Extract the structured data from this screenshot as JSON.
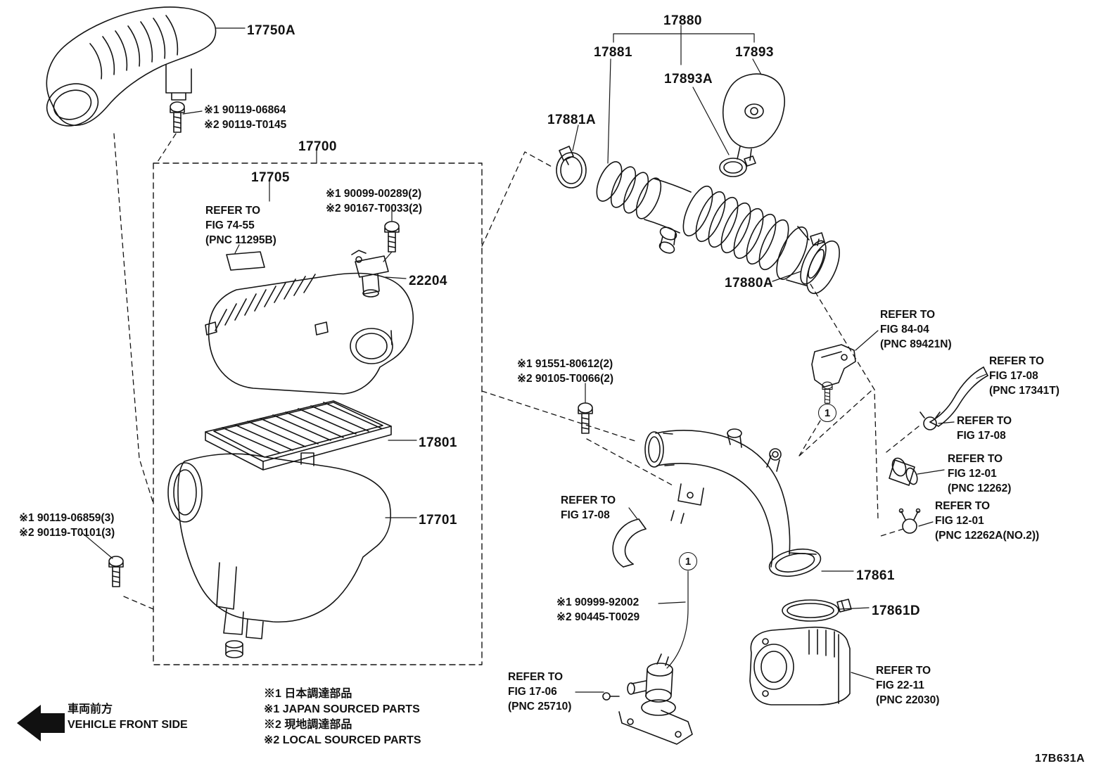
{
  "figure": {
    "code": "17B631A"
  },
  "parts": [
    {
      "number": "17750A"
    },
    {
      "number": "17700"
    },
    {
      "number": "17705"
    },
    {
      "number": "22204"
    },
    {
      "number": "17801"
    },
    {
      "number": "17701"
    },
    {
      "number": "17880"
    },
    {
      "number": "17881"
    },
    {
      "number": "17893"
    },
    {
      "number": "17893A"
    },
    {
      "number": "17881A"
    },
    {
      "number": "17880A"
    },
    {
      "number": "17861"
    },
    {
      "number": "17861D"
    }
  ],
  "fasteners": [
    {
      "text": "※1 90119-06864\n※2 90119-T0145"
    },
    {
      "text": "※1 90099-00289(2)\n※2 90167-T0033(2)"
    },
    {
      "text": "※1 90119-06859(3)\n※2 90119-T0101(3)"
    },
    {
      "text": "※1 91551-80612(2)\n※2 90105-T0066(2)"
    },
    {
      "text": "※1 90999-92002\n※2 90445-T0029"
    }
  ],
  "references": [
    {
      "text": "REFER TO\nFIG 74-55\n(PNC 11295B)"
    },
    {
      "text": "REFER TO\nFIG 84-04\n(PNC 89421N)"
    },
    {
      "text": "REFER TO\nFIG 17-08\n(PNC 17341T)"
    },
    {
      "text": "REFER TO\nFIG 17-08"
    },
    {
      "text": "REFER TO\nFIG 12-01\n(PNC 12262)"
    },
    {
      "text": "REFER TO\nFIG 12-01\n(PNC 12262A(NO.2))"
    },
    {
      "text": "REFER TO\nFIG 17-08"
    },
    {
      "text": "REFER TO\nFIG 17-06\n(PNC 25710)"
    },
    {
      "text": "REFER TO\nFIG 22-11\n(PNC 22030)"
    }
  ],
  "balloons": [
    {
      "number": "1"
    },
    {
      "number": "1"
    }
  ],
  "legend": {
    "items": [
      {
        "text": "※1 日本調達部品"
      },
      {
        "text": "※1 JAPAN SOURCED PARTS"
      },
      {
        "text": "※2 現地調達部品"
      },
      {
        "text": "※2 LOCAL SOURCED PARTS"
      }
    ]
  },
  "orientation": {
    "jp": "車両前方",
    "en": "VEHICLE FRONT SIDE"
  },
  "colors": {
    "line": "#141414",
    "background": "#ffffff"
  }
}
